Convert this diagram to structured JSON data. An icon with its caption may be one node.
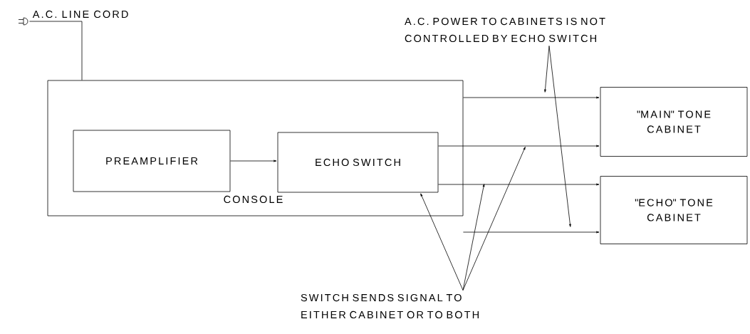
{
  "diagram": {
    "nodes": [
      {
        "text": [],
        "shape": "picture",
        "beside": [
          "A.C. LINE CORD"
        ]
      },
      {
        "text": [
          "CONSOLE"
        ]
      },
      {
        "text": [
          "PREAMPLIFIER"
        ],
        "in": 1
      },
      {
        "text": [
          "ECHO SWITCH"
        ],
        "in": 1
      },
      {
        "text": [
          "\"MAIN\" TONE CABINET"
        ]
      },
      {
        "text": [
          "\"ECHO\" TONE CABINET"
        ]
      },
      {
        "text": [
          "A.C. POWER TO CABINETS IS NOT CONTROLLED BY ECHO SWITCH"
        ]
      },
      {
        "text": [
          "SWITCH SENDS SIGNAL TO EITHER CABINET OR TO BOTH"
        ]
      }
    ],
    "edges": [
      {
        "from": 0,
        "to": 1,
        "arrow": "none"
      },
      {
        "from": 2,
        "to": 3,
        "arrow": "to"
      },
      {
        "from": 1,
        "to": 4,
        "arrow": "to"
      },
      {
        "from": 3,
        "to": 4,
        "arrow": "to"
      },
      {
        "from": 3,
        "to": 5,
        "arrow": "to"
      },
      {
        "from": 1,
        "to": 5,
        "arrow": "to"
      },
      {
        "from": 6,
        "to": null,
        "arrow": "to"
      },
      {
        "from": 6,
        "to": null,
        "arrow": "to"
      },
      {
        "from": 7,
        "to": 3,
        "arrow": "to"
      },
      {
        "from": 7,
        "to": null,
        "arrow": "to"
      },
      {
        "from": 7,
        "to": null,
        "arrow": "to"
      }
    ]
  }
}
